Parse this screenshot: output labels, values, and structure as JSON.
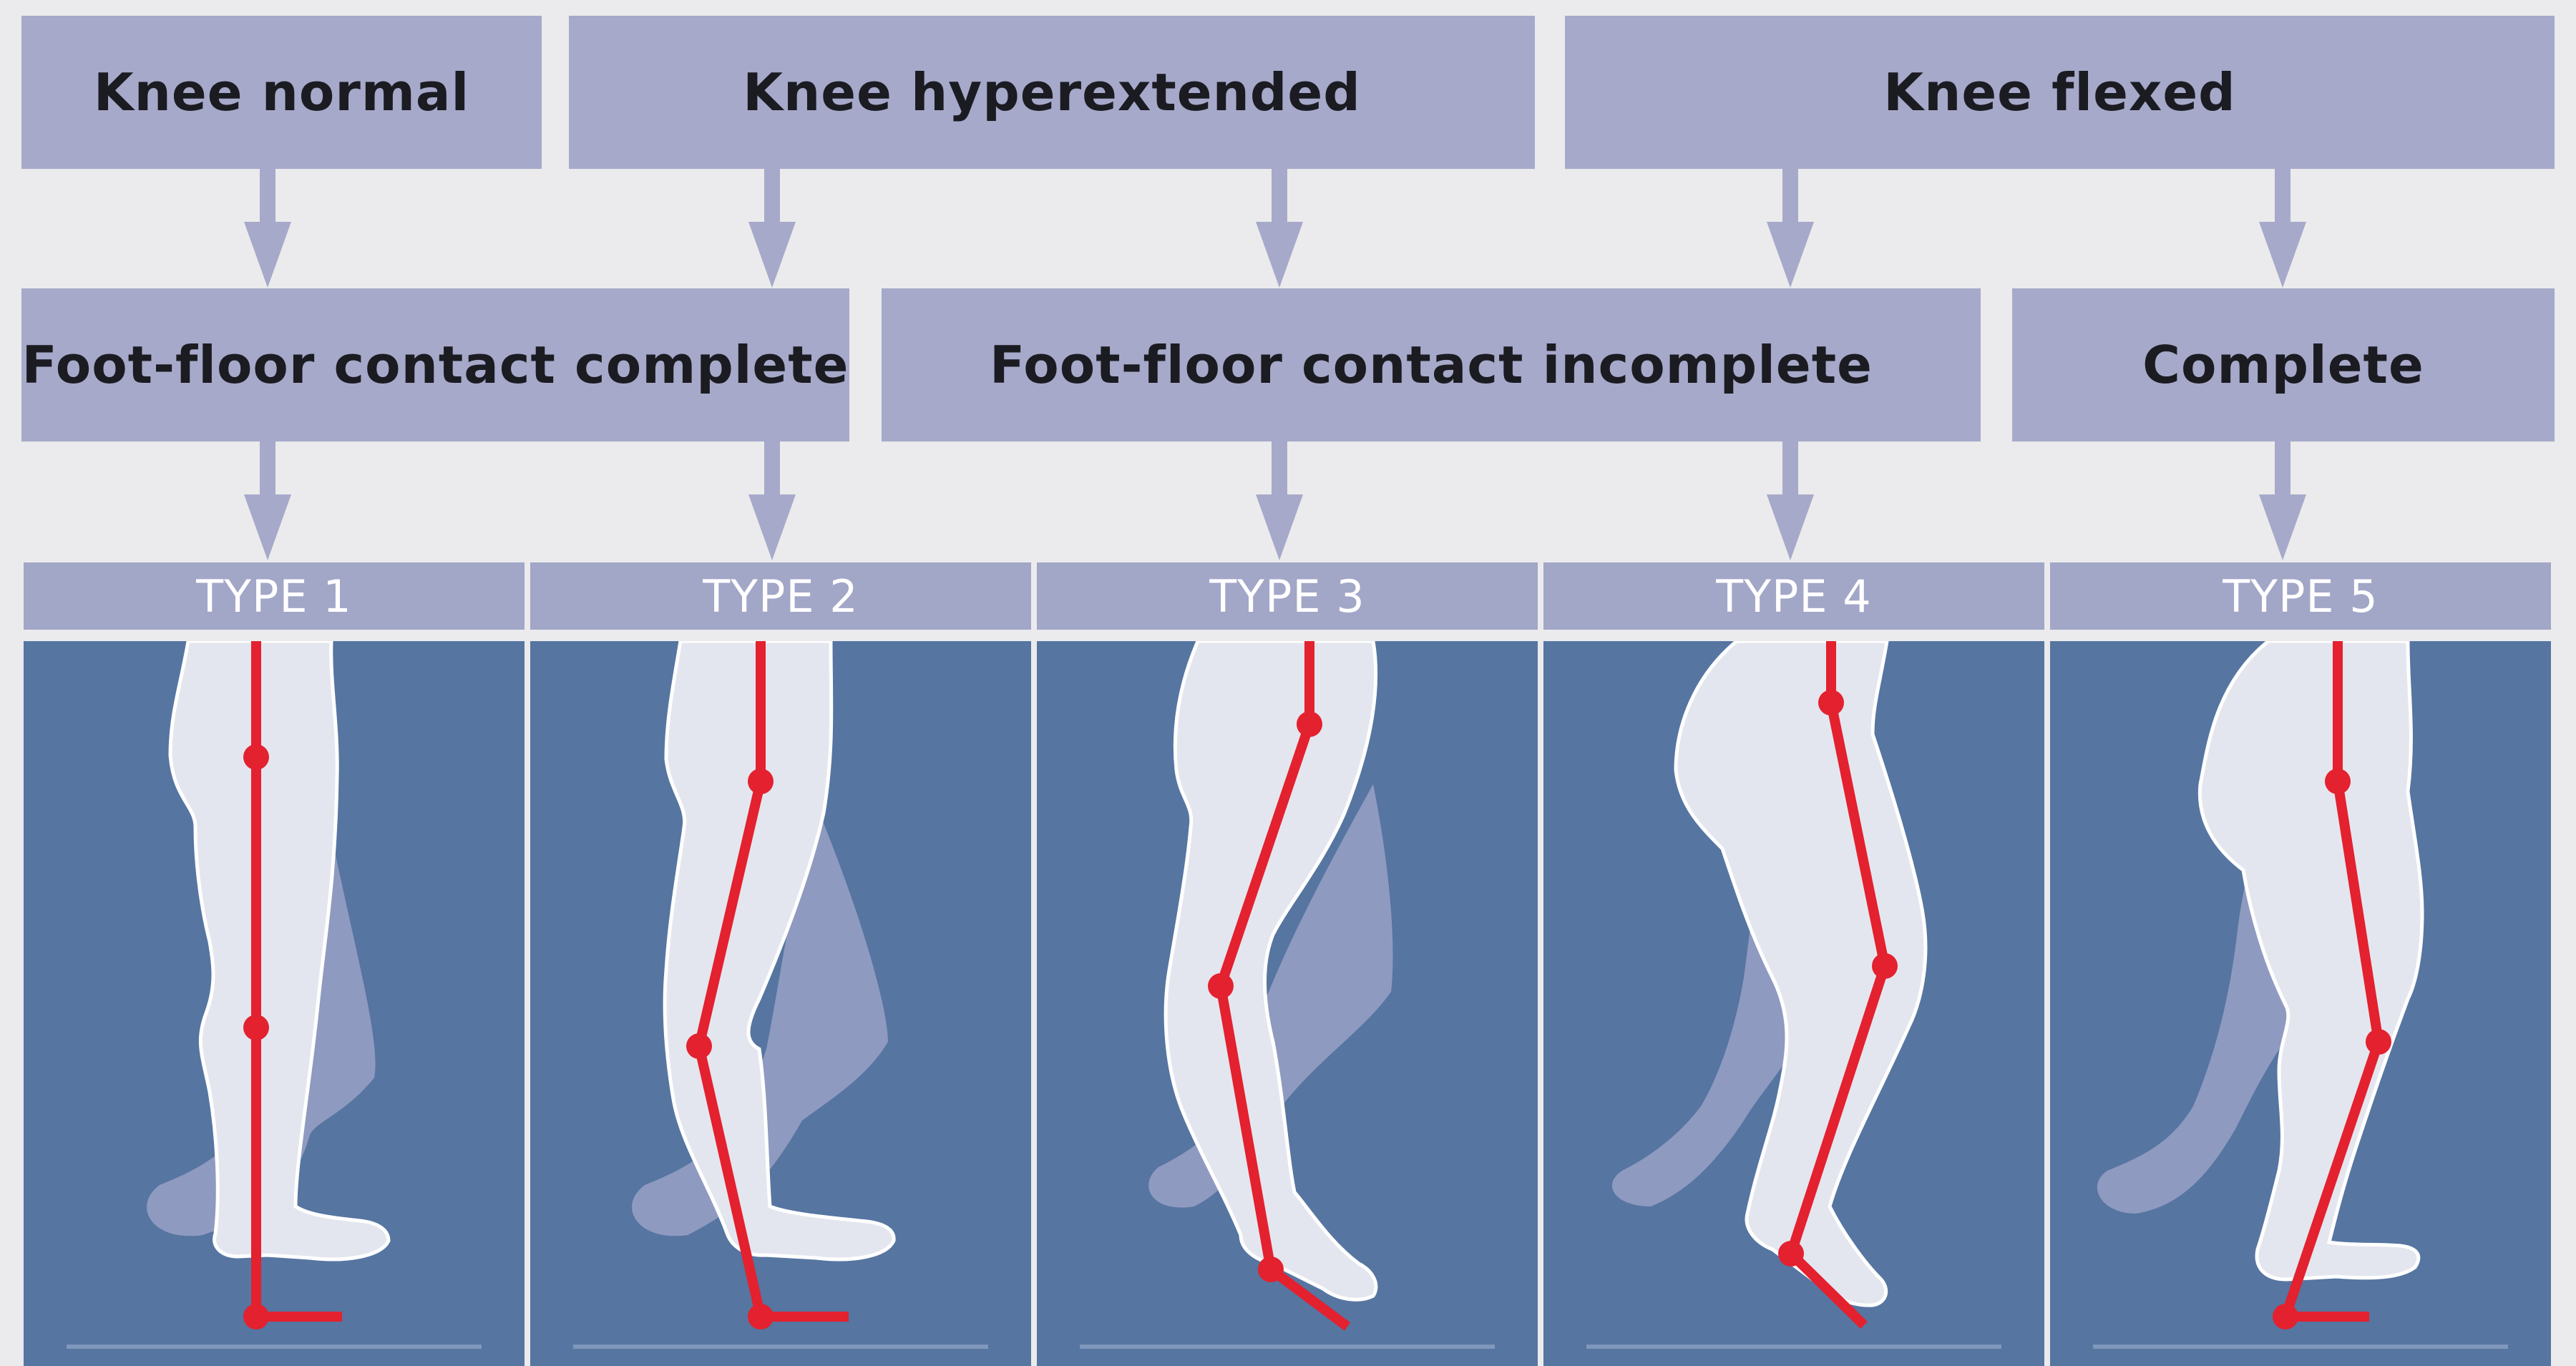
{
  "knee_conditions": {
    "normal": "Knee normal",
    "hyperextended": "Knee hyperextended",
    "flexed": "Knee flexed"
  },
  "foot_contact": {
    "complete": "Foot-floor contact complete",
    "incomplete": "Foot-floor contact incomplete",
    "complete_short": "Complete"
  },
  "types": [
    "TYPE 1",
    "TYPE 2",
    "TYPE 3",
    "TYPE 4",
    "TYPE 5"
  ],
  "colors": {
    "background": "#ebebed",
    "box": "#a6a9c9",
    "panel": "#5675a1",
    "leg": "#e4e6ef",
    "shadow_leg": "#8f9ac0",
    "marker": "#e3212f",
    "arrow": "#a6a9c9"
  }
}
